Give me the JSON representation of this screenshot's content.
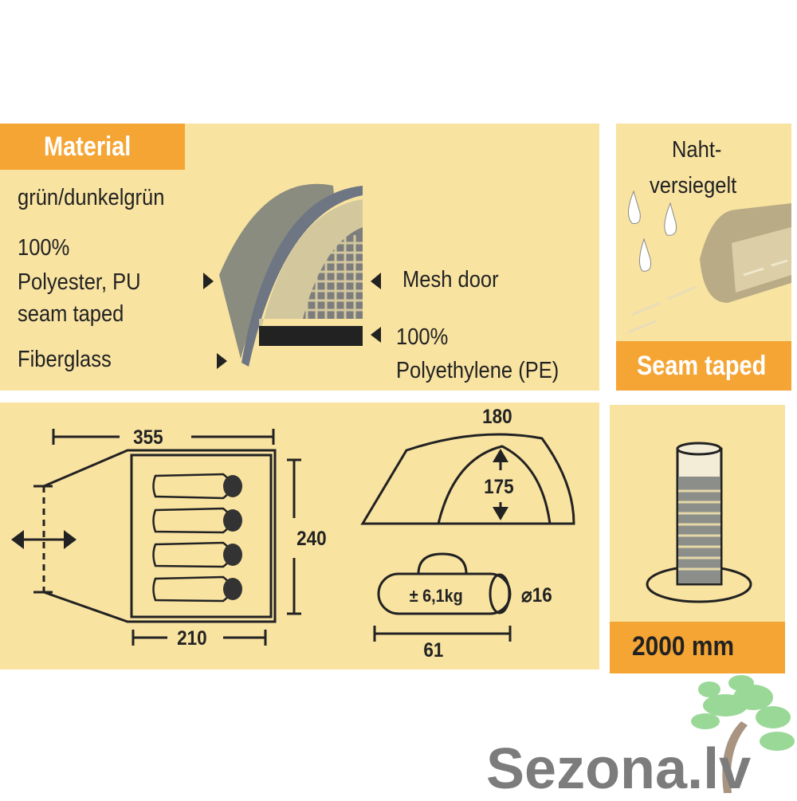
{
  "material": {
    "heading": "Material",
    "color": "grün/dunkelgrün",
    "fly_line1": "100%",
    "fly_line2": "Polyester, PU",
    "fly_line3": "seam taped",
    "poles": "Fiberglass",
    "mesh": "Mesh door",
    "floor_line1": "100%",
    "floor_line2": "Polyethylene (PE)"
  },
  "seam": {
    "title_line1": "Naht-",
    "title_line2": "versiegelt",
    "label": "Seam taped"
  },
  "dimensions": {
    "length": "355",
    "inner_length": "210",
    "width": "240",
    "height_outer": "180",
    "height_inner": "175",
    "weight": "± 6,1kg",
    "pack_diameter": "⌀16",
    "pack_length": "61"
  },
  "water_column": {
    "label": "2000 mm"
  },
  "logo": {
    "text": "Sezona.lv"
  },
  "colors": {
    "panel": "#f8e3a1",
    "accent": "#f5a534"
  }
}
